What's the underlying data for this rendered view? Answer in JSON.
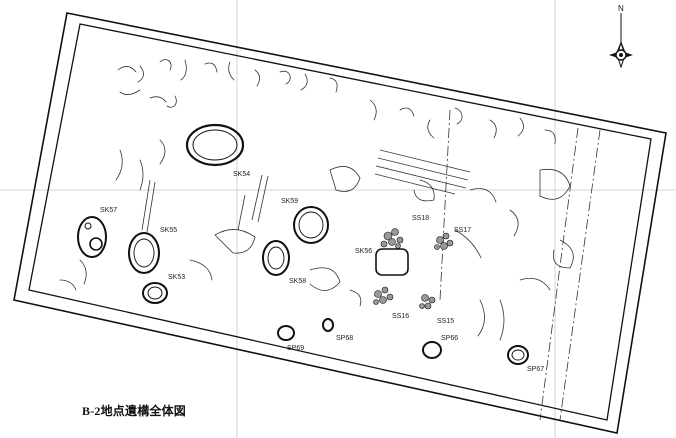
{
  "caption": "B-2地点遺構全体図",
  "north_label": "N",
  "features": {
    "sk54": "SK54",
    "sk55": "SK55",
    "sk56": "SK56",
    "sk57": "SK57",
    "sk58": "SK58",
    "sk59": "SK59",
    "sk53": "SK53",
    "ss15": "SS15",
    "ss16": "SS16",
    "ss17": "SS17",
    "ss18": "SS18",
    "sp66": "SP66",
    "sp67": "SP67",
    "sp68": "SP68",
    "sp69": "SP69"
  }
}
